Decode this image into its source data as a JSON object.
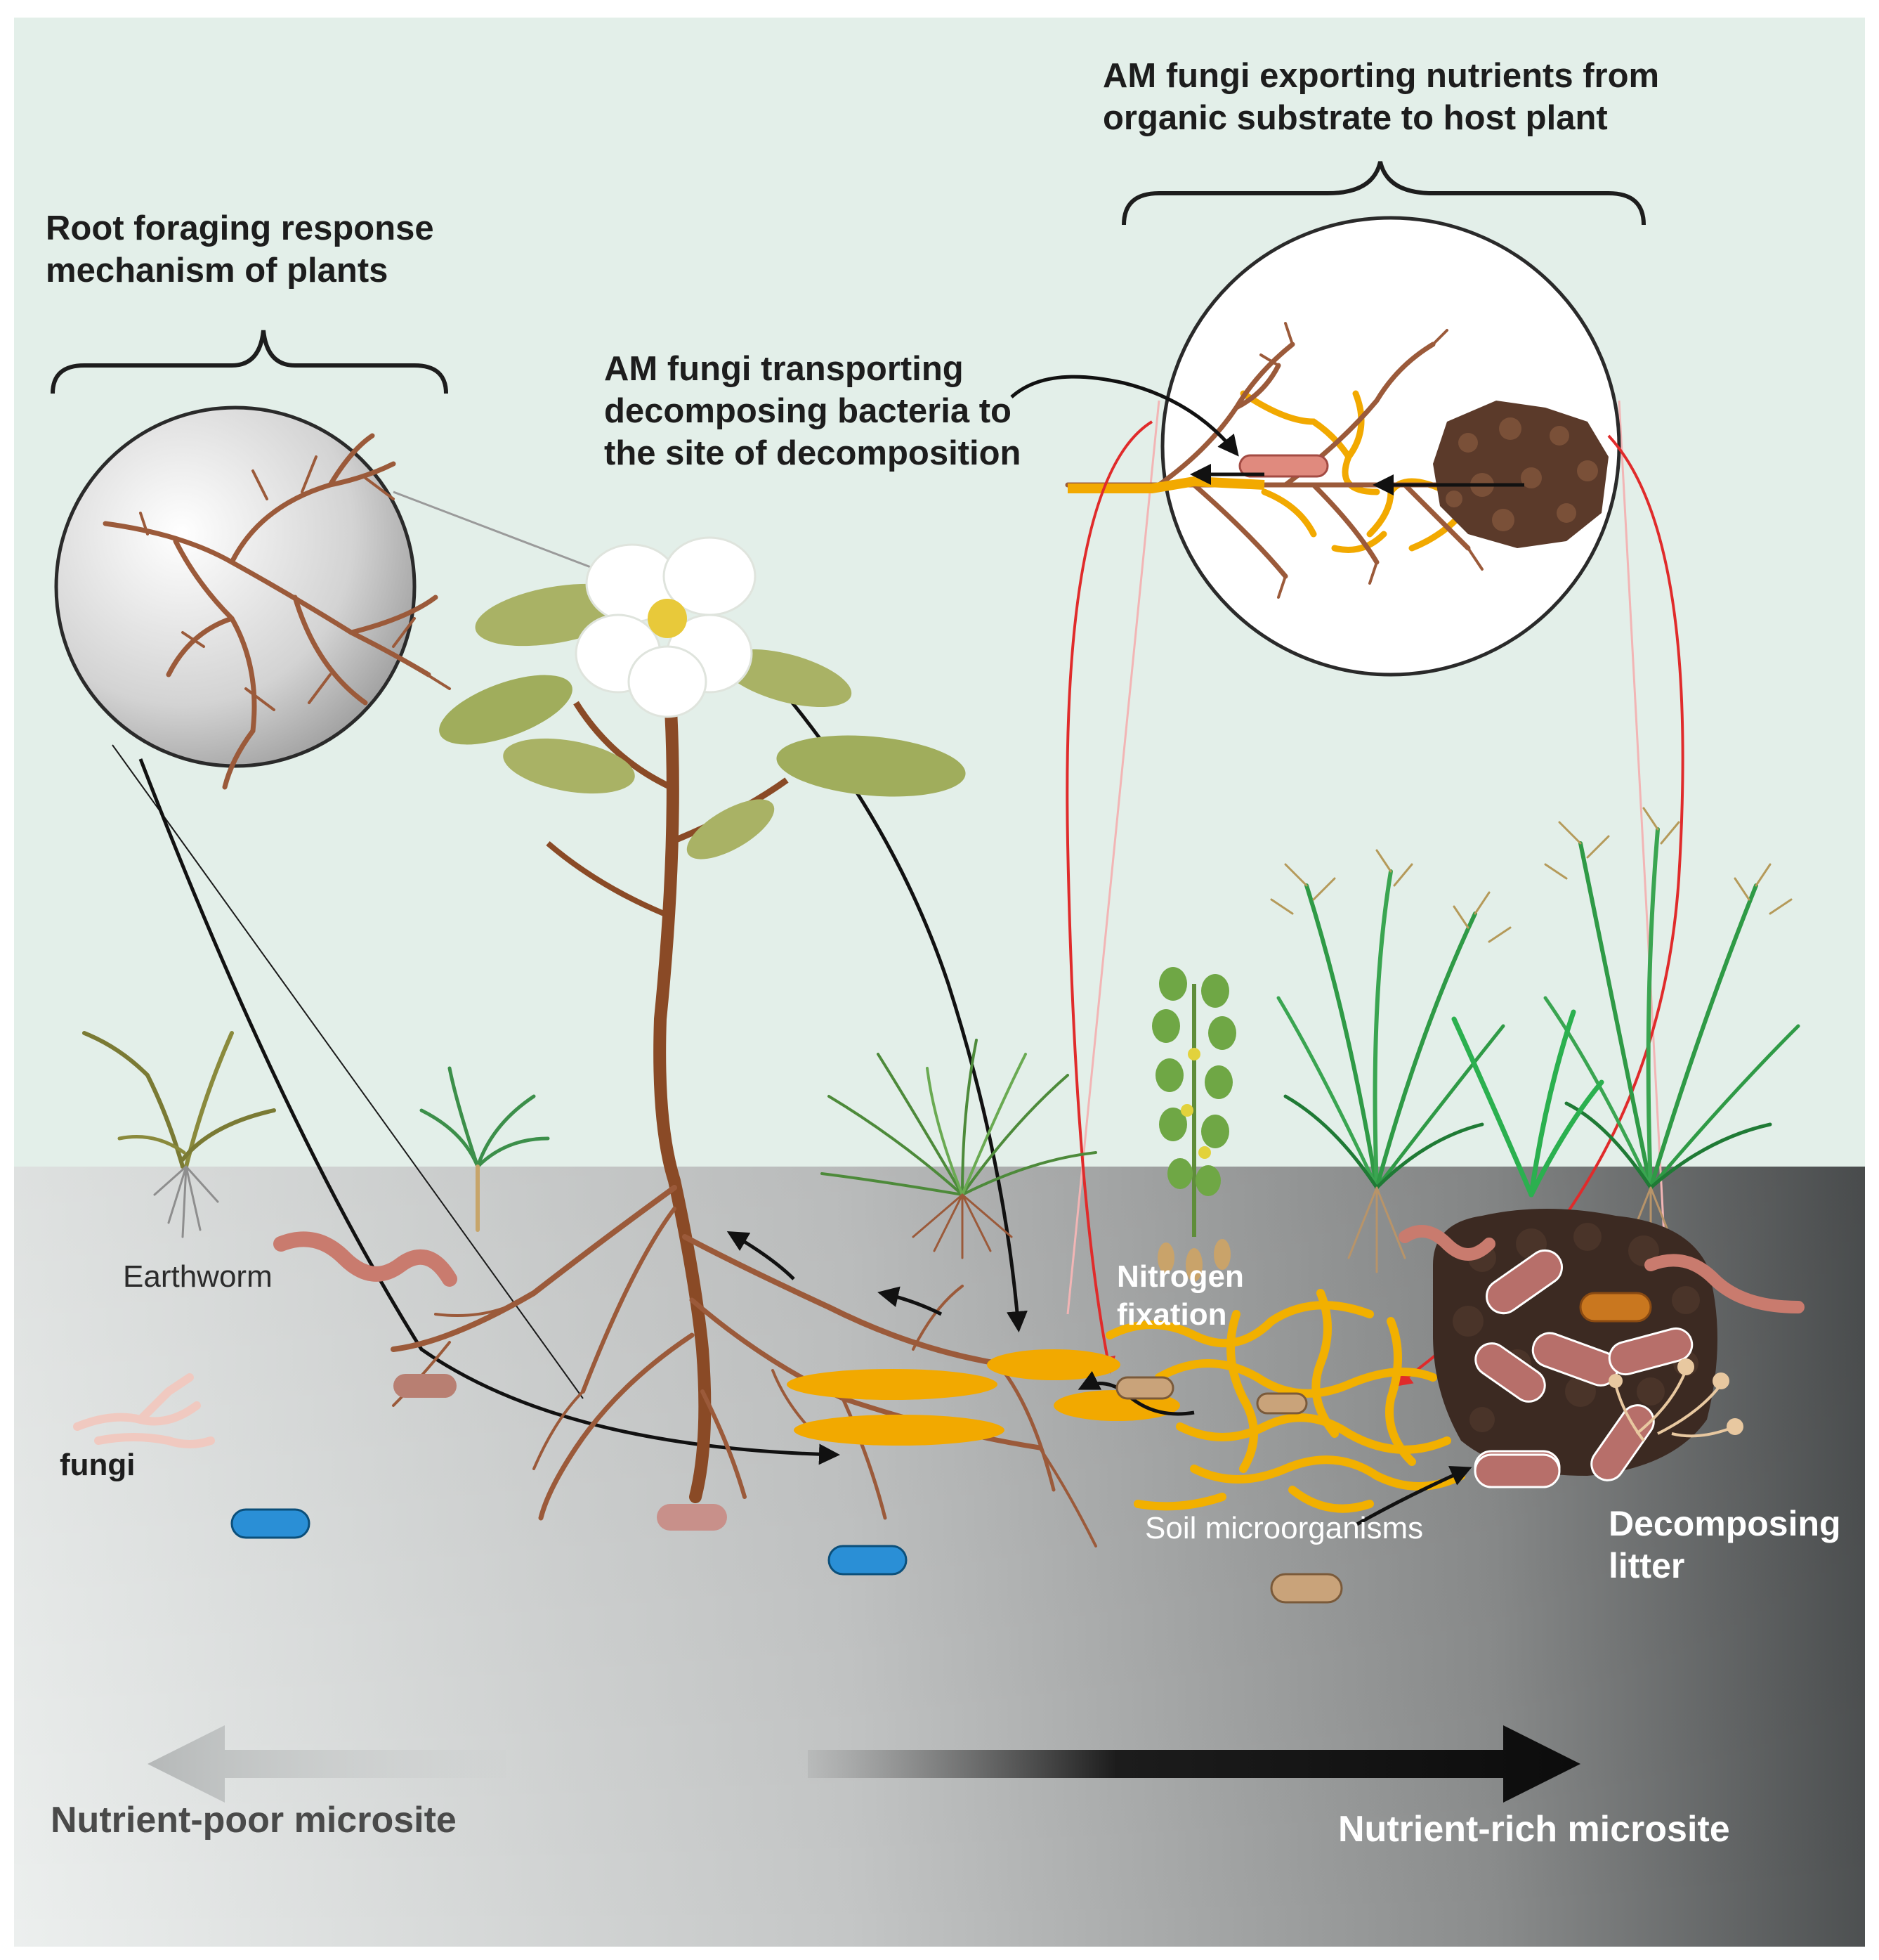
{
  "labels": {
    "root_foraging_line1": "Root foraging response",
    "root_foraging_line2": "mechanism of plants",
    "am_export_line1": "AM fungi exporting nutrients from",
    "am_export_line2": "organic substrate to host plant",
    "am_transport_line1": "AM fungi transporting",
    "am_transport_line2": "decomposing bacteria to",
    "am_transport_line3": "the site of decomposition",
    "earthworm": "Earthworm",
    "fungi": "fungi",
    "nitrogen_line1": "Nitrogen",
    "nitrogen_line2": "fixation",
    "soil_microorganisms": "Soil microorganisms",
    "decomposing_line1": "Decomposing",
    "decomposing_line2": "litter",
    "nutrient_poor": "Nutrient-poor microsite",
    "nutrient_rich": "Nutrient-rich microsite"
  },
  "colors": {
    "sky": "#e3efe9",
    "soil_light": "#e9ebea",
    "soil_dark": "#4a4d4e",
    "root": "#9b5a3a",
    "stem": "#8a4a26",
    "amf_hyphae": "#f2a900",
    "leaf": "#a9b265",
    "grass": "#2f9a46",
    "bacteria": "#b76f6a",
    "bacteria_blue": "#2a8fd6",
    "arrow_black": "#111111",
    "arrow_red": "#e02b2b",
    "litter": "#5b3a2a"
  }
}
